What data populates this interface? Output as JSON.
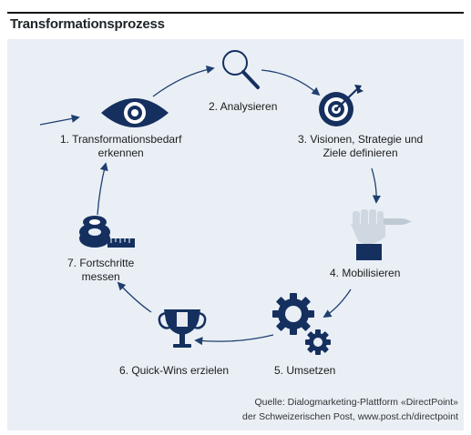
{
  "figure": {
    "title": "Transformationsprozess",
    "steps": [
      {
        "id": 1,
        "lines": [
          "1. Transformationsbedarf",
          "erkennen"
        ],
        "icon": "eye-icon"
      },
      {
        "id": 2,
        "lines": [
          "2. Analysieren"
        ],
        "icon": "magnifier-icon"
      },
      {
        "id": 3,
        "lines": [
          "3. Visionen, Strategie und",
          "Ziele definieren"
        ],
        "icon": "target-icon"
      },
      {
        "id": 4,
        "lines": [
          "4. Mobilisieren"
        ],
        "icon": "hand-pencil-icon"
      },
      {
        "id": 5,
        "lines": [
          "5. Umsetzen"
        ],
        "icon": "gears-icon"
      },
      {
        "id": 6,
        "lines": [
          "6. Quick-Wins erzielen"
        ],
        "icon": "trophy-icon"
      },
      {
        "id": 7,
        "lines": [
          "7. Fortschritte",
          "messen"
        ],
        "icon": "tape-measure-icon"
      }
    ],
    "source": [
      "Quelle: Dialogmarketing-Plattform «DirectPoint»",
      "der Schweizerischen Post, www.post.ch/directpoint"
    ],
    "colors": {
      "icon": "#15305f",
      "arrow": "#1f3f70",
      "panel": "#e9eff5"
    }
  }
}
